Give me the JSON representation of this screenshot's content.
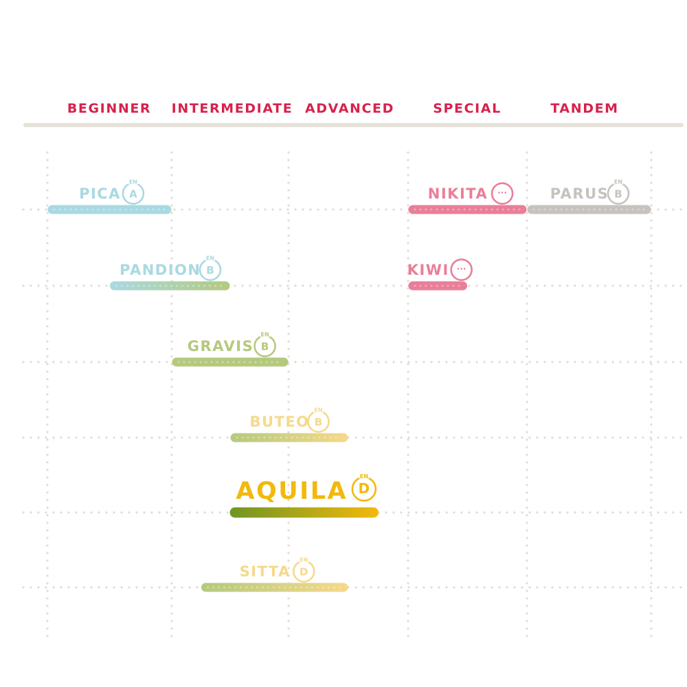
{
  "columns": [
    "BEGINNER",
    "INTERMEDIATE",
    "ADVANCED",
    "SPECIAL",
    "TANDEM"
  ],
  "colors": {
    "header_text": "#d8214c",
    "divider": "#e6e1d9",
    "grid": "#e3dcd3",
    "teal": "#a9d9e2",
    "green": "#b4c97e",
    "yellow": "#f6d98a",
    "gold": "#f2b90c",
    "darkgreen": "#6f9523",
    "pink": "#ea7e99",
    "gray": "#c7c2bd"
  },
  "products": [
    {
      "name": "PICA",
      "badge": "A",
      "badge_sup": "EN",
      "color_from": "teal",
      "color_to": "teal",
      "row": 0,
      "range": [
        0,
        1
      ]
    },
    {
      "name": "NIKITA",
      "badge": "···",
      "badge_sup": "",
      "color_from": "pink",
      "color_to": "pink",
      "row": 0,
      "range": [
        3,
        4
      ]
    },
    {
      "name": "PARUS",
      "badge": "B",
      "badge_sup": "EN",
      "color_from": "gray",
      "color_to": "gray",
      "row": 0,
      "range": [
        4,
        5
      ]
    },
    {
      "name": "PANDION",
      "badge": "B",
      "badge_sup": "EN",
      "color_from": "teal",
      "color_to": "green",
      "row": 1,
      "range": [
        0.5,
        1.5
      ]
    },
    {
      "name": "KIWI",
      "badge": "···",
      "badge_sup": "",
      "color_from": "pink",
      "color_to": "pink",
      "row": 1,
      "range": [
        3,
        3.5
      ]
    },
    {
      "name": "GRAVIS",
      "badge": "B",
      "badge_sup": "EN",
      "color_from": "green",
      "color_to": "green",
      "row": 2,
      "range": [
        1,
        2
      ]
    },
    {
      "name": "BUTEO",
      "badge": "B",
      "badge_sup": "EN",
      "color_from": "green",
      "color_to": "yellow",
      "row": 3,
      "range": [
        1.5,
        2.5
      ]
    },
    {
      "name": "AQUILA",
      "badge": "D",
      "badge_sup": "EN",
      "color_from": "darkgreen",
      "color_to": "gold",
      "row": 4,
      "range": [
        1.5,
        2.75
      ]
    },
    {
      "name": "SITTA",
      "badge": "D",
      "badge_sup": "EN",
      "color_from": "green",
      "color_to": "yellow",
      "row": 5,
      "range": [
        1.25,
        2.5
      ]
    }
  ]
}
